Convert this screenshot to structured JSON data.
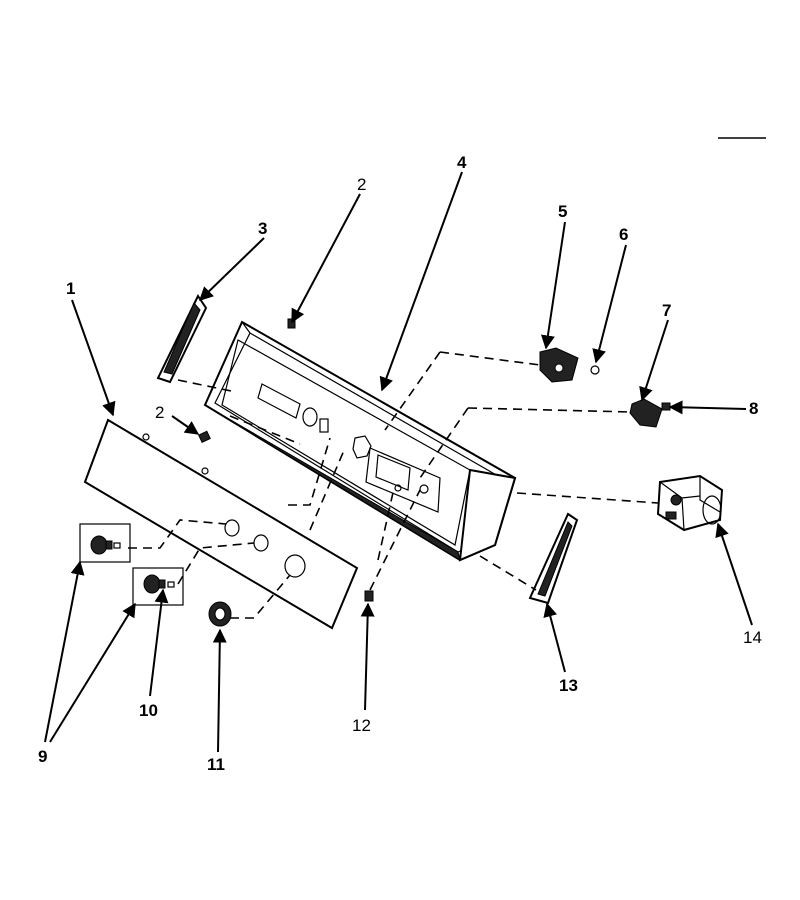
{
  "callouts": [
    {
      "id": "1",
      "text": "1"
    },
    {
      "id": "2a",
      "text": "2"
    },
    {
      "id": "2b",
      "text": "2"
    },
    {
      "id": "3",
      "text": "3"
    },
    {
      "id": "4",
      "text": "4"
    },
    {
      "id": "5",
      "text": "5"
    },
    {
      "id": "6",
      "text": "6"
    },
    {
      "id": "7",
      "text": "7"
    },
    {
      "id": "8",
      "text": "8"
    },
    {
      "id": "9",
      "text": "9"
    },
    {
      "id": "10",
      "text": "10"
    },
    {
      "id": "11",
      "text": "11"
    },
    {
      "id": "12",
      "text": "12"
    },
    {
      "id": "13",
      "text": "13"
    },
    {
      "id": "14",
      "text": "14"
    }
  ]
}
